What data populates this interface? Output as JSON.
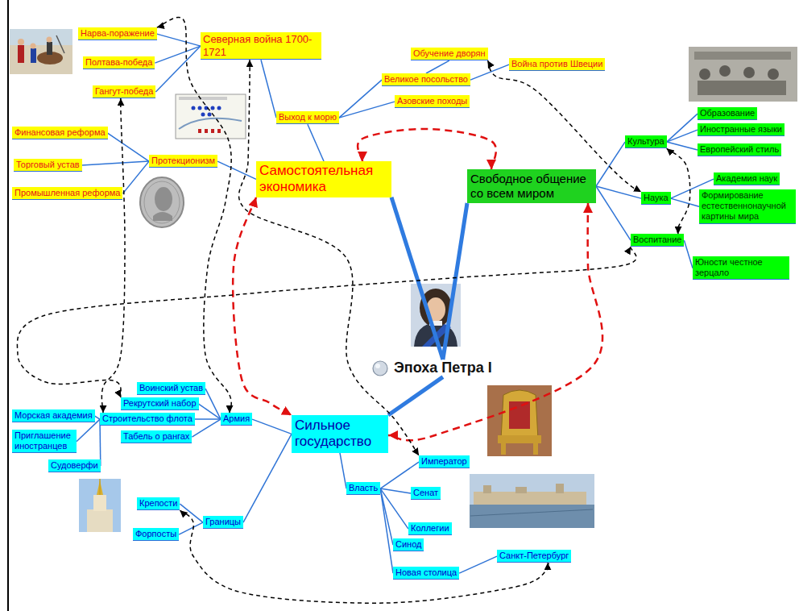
{
  "diagram": {
    "nodes": [
      {
        "text": [
          "Эпоха Петра I"
        ]
      },
      {
        "text": [
          "Самостоятельная экономика"
        ]
      },
      {
        "text": [
          "Выход к морю"
        ]
      },
      {
        "text": [
          "Северная война 1700-1721"
        ]
      },
      {
        "text": [
          "Нарва-поражение"
        ]
      },
      {
        "text": [
          "Полтава-победа"
        ]
      },
      {
        "text": [
          "Гангут-победа"
        ]
      },
      {
        "text": [
          "Великое посольство"
        ]
      },
      {
        "text": [
          "Обучение дворян"
        ]
      },
      {
        "text": [
          "Война против Швеции"
        ]
      },
      {
        "text": [
          "Азовские походы"
        ]
      },
      {
        "text": [
          "Протекционизм"
        ]
      },
      {
        "text": [
          "Финансовая реформа"
        ]
      },
      {
        "text": [
          "Торговый устав"
        ]
      },
      {
        "text": [
          "Промышленная реформа"
        ]
      },
      {
        "text": [
          "Свободное общение со всем миром"
        ]
      },
      {
        "text": [
          "Культура"
        ]
      },
      {
        "text": [
          "Образование"
        ]
      },
      {
        "text": [
          "Иностранные языки"
        ]
      },
      {
        "text": [
          "Европейский стиль"
        ]
      },
      {
        "text": [
          "Наука"
        ]
      },
      {
        "text": [
          "Академия наук"
        ]
      },
      {
        "text": [
          "Формирование естественнонаучной картины мира"
        ]
      },
      {
        "text": [
          "Воспитание"
        ]
      },
      {
        "text": [
          "Юности честное зерцало"
        ]
      },
      {
        "text": [
          "Сильное государство"
        ]
      },
      {
        "text": [
          "Армия"
        ]
      },
      {
        "text": [
          "Воинский устав"
        ]
      },
      {
        "text": [
          "Рекрутский набор"
        ]
      },
      {
        "text": [
          "Строительство флота"
        ]
      },
      {
        "text": [
          "Морская академия"
        ]
      },
      {
        "text": [
          "Приглашение иностранцев"
        ]
      },
      {
        "text": [
          "Судоверфи"
        ]
      },
      {
        "text": [
          "Табель о рангах"
        ]
      },
      {
        "text": [
          "Власть"
        ]
      },
      {
        "text": [
          "Император"
        ]
      },
      {
        "text": [
          "Сенат"
        ]
      },
      {
        "text": [
          "Коллегии"
        ]
      },
      {
        "text": [
          "Синод"
        ]
      },
      {
        "text": [
          "Новая столица"
        ]
      },
      {
        "text": [
          "Санкт-Петербург"
        ]
      },
      {
        "text": [
          "Границы"
        ]
      },
      {
        "text": [
          "Крепости"
        ]
      },
      {
        "text": [
          "Форпосты"
        ]
      }
    ],
    "edges": [
      {
        "from": 0,
        "to": 1,
        "arrow": "none"
      },
      {
        "from": 0,
        "to": 15,
        "arrow": "none"
      },
      {
        "from": 0,
        "to": 25,
        "arrow": "none"
      },
      {
        "from": 1,
        "to": 2,
        "arrow": "none"
      },
      {
        "from": 1,
        "to": 11,
        "arrow": "none"
      },
      {
        "from": 2,
        "to": 3,
        "arrow": "none"
      },
      {
        "from": 2,
        "to": 7,
        "arrow": "none"
      },
      {
        "from": 2,
        "to": 10,
        "arrow": "none"
      },
      {
        "from": 3,
        "to": 4,
        "arrow": "none"
      },
      {
        "from": 3,
        "to": 5,
        "arrow": "none"
      },
      {
        "from": 3,
        "to": 6,
        "arrow": "none"
      },
      {
        "from": 7,
        "to": 8,
        "arrow": "none"
      },
      {
        "from": 7,
        "to": 9,
        "arrow": "none"
      },
      {
        "from": 11,
        "to": 12,
        "arrow": "none"
      },
      {
        "from": 11,
        "to": 13,
        "arrow": "none"
      },
      {
        "from": 11,
        "to": 14,
        "arrow": "none"
      },
      {
        "from": 15,
        "to": 16,
        "arrow": "none"
      },
      {
        "from": 15,
        "to": 20,
        "arrow": "none"
      },
      {
        "from": 15,
        "to": 23,
        "arrow": "none"
      },
      {
        "from": 16,
        "to": 17,
        "arrow": "none"
      },
      {
        "from": 16,
        "to": 18,
        "arrow": "none"
      },
      {
        "from": 16,
        "to": 19,
        "arrow": "none"
      },
      {
        "from": 20,
        "to": 21,
        "arrow": "none"
      },
      {
        "from": 20,
        "to": 22,
        "arrow": "none"
      },
      {
        "from": 23,
        "to": 24,
        "arrow": "none"
      },
      {
        "from": 25,
        "to": 26,
        "arrow": "none"
      },
      {
        "from": 25,
        "to": 41,
        "arrow": "none"
      },
      {
        "from": 25,
        "to": 34,
        "arrow": "none"
      },
      {
        "from": 26,
        "to": 27,
        "arrow": "none"
      },
      {
        "from": 26,
        "to": 28,
        "arrow": "none"
      },
      {
        "from": 26,
        "to": 29,
        "arrow": "none"
      },
      {
        "from": 26,
        "to": 33,
        "arrow": "none"
      },
      {
        "from": 29,
        "to": 30,
        "arrow": "none"
      },
      {
        "from": 29,
        "to": 31,
        "arrow": "none"
      },
      {
        "from": 29,
        "to": 32,
        "arrow": "none"
      },
      {
        "from": 34,
        "to": 35,
        "arrow": "none"
      },
      {
        "from": 34,
        "to": 36,
        "arrow": "none"
      },
      {
        "from": 34,
        "to": 37,
        "arrow": "none"
      },
      {
        "from": 34,
        "to": 38,
        "arrow": "none"
      },
      {
        "from": 34,
        "to": 39,
        "arrow": "none"
      },
      {
        "from": 39,
        "to": 40,
        "arrow": "none"
      },
      {
        "from": 41,
        "to": 42,
        "arrow": "none"
      },
      {
        "from": 41,
        "to": 43,
        "arrow": "none"
      },
      {
        "from": 1,
        "to": 15,
        "arrow": "both"
      },
      {
        "from": 15,
        "to": 25,
        "arrow": "both"
      },
      {
        "from": 1,
        "to": 25,
        "arrow": "both"
      },
      {
        "from": 4,
        "to": 26,
        "arrow": "both"
      },
      {
        "from": 6,
        "to": 29,
        "arrow": "both"
      },
      {
        "from": 3,
        "to": 35,
        "arrow": "both"
      },
      {
        "from": 8,
        "to": 20,
        "arrow": "both"
      },
      {
        "from": 16,
        "to": 23,
        "arrow": "both"
      },
      {
        "from": 23,
        "to": 28,
        "arrow": "both"
      },
      {
        "from": 42,
        "to": 40,
        "arrow": "both"
      }
    ]
  }
}
